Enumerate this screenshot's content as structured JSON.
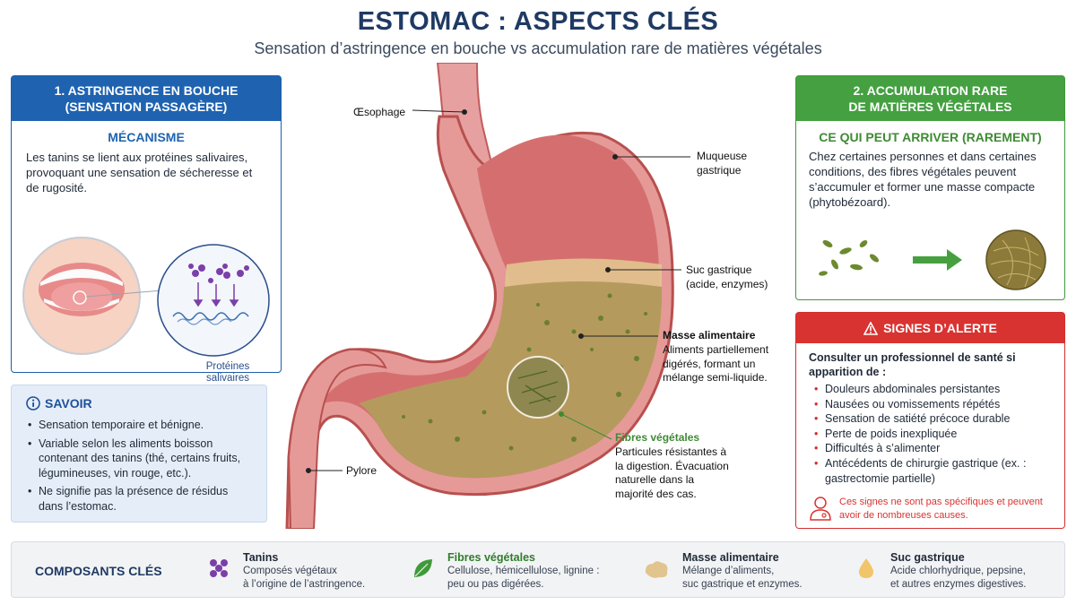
{
  "header": {
    "title": "ESTOMAC : ASPECTS CLÉS",
    "subtitle": "Sensation d’astringence en bouche vs accumulation rare de matières végétales"
  },
  "left_card": {
    "title_line1": "1. ASTRINGENCE EN BOUCHE",
    "title_line2": "(SENSATION PASSAGÈRE)",
    "section_title": "MÉCANISME",
    "text": "Les tanins se lient aux protéines salivaires, provoquant une sensation de sécheresse et de rugosité.",
    "inset_label": "Protéines salivaires"
  },
  "info_card": {
    "title": "SAVOIR",
    "items": [
      "Sensation temporaire et bénigne.",
      "Variable selon les aliments boisson contenant des tanins (thé, certains fruits, légumineuses, vin rouge, etc.).",
      "Ne signifie pas la présence de résidus dans l’estomac."
    ]
  },
  "stomach_labels": {
    "oesophage": "Œsophage",
    "muqueuse": "Muqueuse gastrique",
    "suc_title": "Suc gastrique",
    "suc_sub": "(acide, enzymes)",
    "masse_title": "Masse alimentaire",
    "masse_sub": "Aliments partiellement digérés, formant un mélange semi-liquide.",
    "fibres_title": "Fibres végétales",
    "fibres_sub": "Particules résistantes à la digestion. Évacuation naturelle dans la majorité des cas.",
    "pylore": "Pylore"
  },
  "right_card": {
    "title_line1": "2. ACCUMULATION RARE",
    "title_line2": "DE MATIÈRES VÉGÉTALES",
    "section_title": "CE QUI PEUT ARRIVER (RAREMENT)",
    "text": "Chez certaines personnes et dans certaines conditions, des fibres végétales peuvent s’accumuler et former une masse compacte (phytobézoard)."
  },
  "alert_card": {
    "title": "SIGNES D’ALERTE",
    "intro": "Consulter un professionnel de santé si apparition de :",
    "items": [
      "Douleurs abdominales persistantes",
      "Nausées ou vomissements répétés",
      "Sensation de satiété précoce durable",
      "Perte de poids inexpliquée",
      "Difficultés à s’alimenter",
      "Antécédents de chirurgie gastrique (ex. : gastrectomie partielle)"
    ],
    "note": "Ces signes ne sont pas spécifiques et peuvent avoir de nombreuses causes."
  },
  "bottom": {
    "title": "COMPOSANTS CLÉS",
    "items": [
      {
        "title": "Tanins",
        "line1": "Composés végétaux",
        "line2": "à l’origine de l’astringence.",
        "icon": "tannin-dots-icon"
      },
      {
        "title": "Fibres végétales",
        "line1": "Cellulose, hémicellulose, lignine :",
        "line2": "peu ou pas digérées.",
        "icon": "leaf-icon"
      },
      {
        "title": "Masse alimentaire",
        "line1": "Mélange d’aliments,",
        "line2": "suc gastrique et enzymes.",
        "icon": "food-mass-icon"
      },
      {
        "title": "Suc gastrique",
        "line1": "Acide chlorhydrique, pepsine,",
        "line2": "et autres enzymes digestives.",
        "icon": "drop-icon"
      }
    ]
  },
  "colors": {
    "blue": "#1f63b0",
    "green": "#44a040",
    "red": "#d93331",
    "title": "#1f3a63"
  }
}
